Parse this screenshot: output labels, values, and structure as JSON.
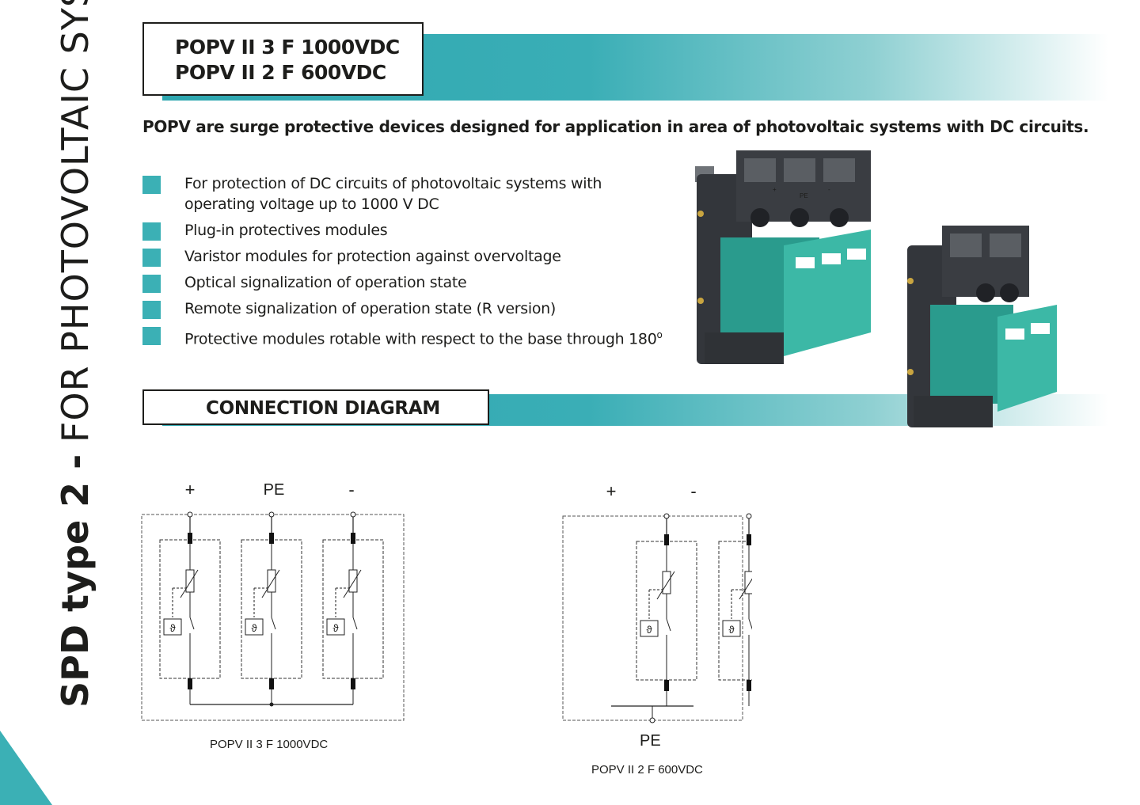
{
  "side_title": {
    "bold": "SPD type 2 -",
    "light": "FOR  PHOTOVOLTAIC  SYSTEM"
  },
  "header": {
    "line1": "POPV II 3 F 1000VDC",
    "line2": "POPV II 2 F 600VDC"
  },
  "intro": "POPV are surge protective devices designed for application in area of photovoltaic systems with DC circuits.",
  "features": [
    "For protection of DC circuits of photovoltaic systems with operating voltage up to 1000 V DC",
    "Plug-in protectives modules",
    "Varistor modules for protection against overvoltage",
    "Optical signalization of operation state",
    "Remote signalization of operation state (R version)",
    "Protective modules rotable with respect to the base through 180"
  ],
  "features_last_sup": "o",
  "connection_title": "CONNECTION DIAGRAM",
  "diagram1": {
    "terminals": [
      "+",
      "PE",
      "-"
    ],
    "caption": "POPV II 3 F 1000VDC"
  },
  "diagram2": {
    "terminals": [
      "+",
      "-"
    ],
    "bottom_terminal": "PE",
    "caption": "POPV II 2 F 600VDC"
  },
  "product_module_labels": [
    "+",
    "PE",
    "-"
  ],
  "colors": {
    "accent": "#3bb0b5",
    "text": "#1d1d1b",
    "device_body": "#3a3d42",
    "module": "#2fa99a"
  }
}
